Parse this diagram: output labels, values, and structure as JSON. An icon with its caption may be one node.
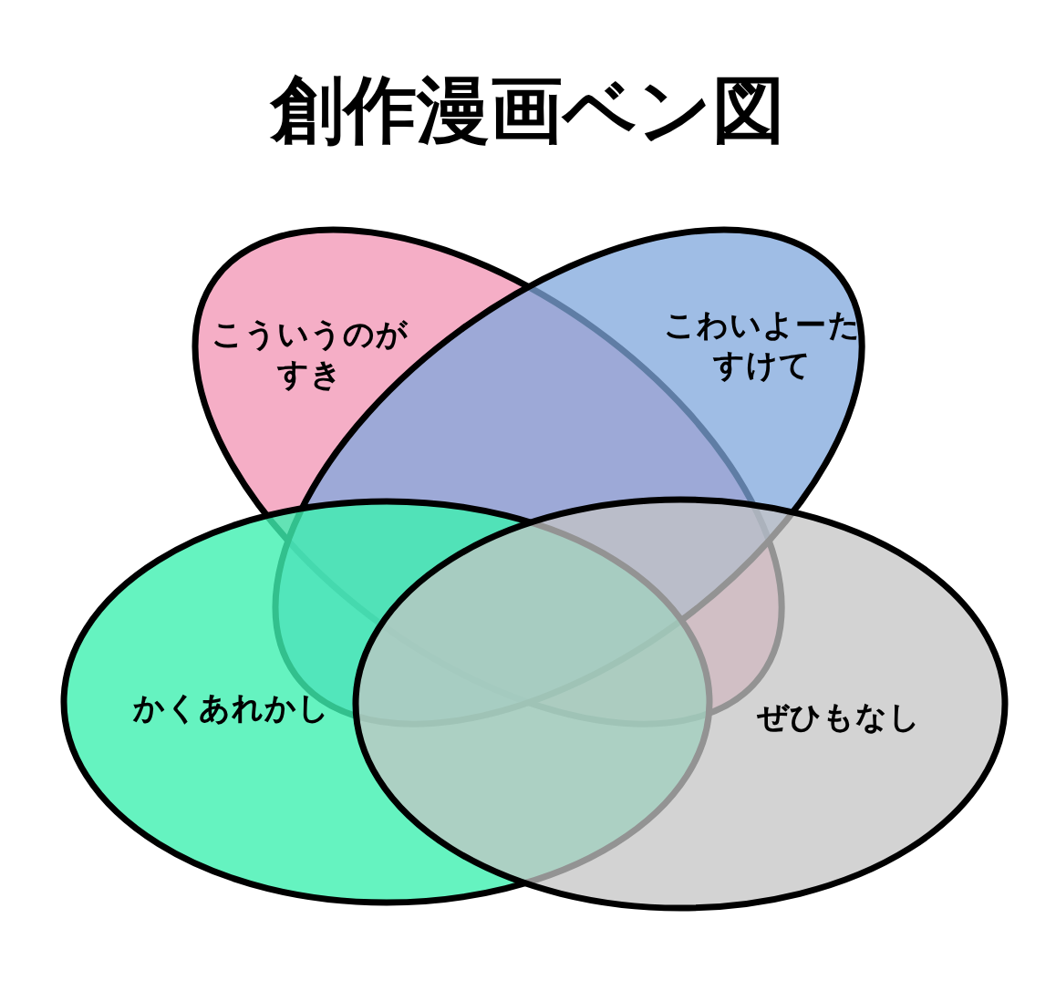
{
  "diagram": {
    "title": "創作漫画ベン図",
    "nodes": [
      {
        "text": [
          "こういうのがすき"
        ]
      },
      {
        "text": [
          "こわいよーたすけて"
        ]
      },
      {
        "text": [
          "かくあれかし"
        ]
      },
      {
        "text": [
          "ぜひもなし"
        ]
      }
    ]
  }
}
